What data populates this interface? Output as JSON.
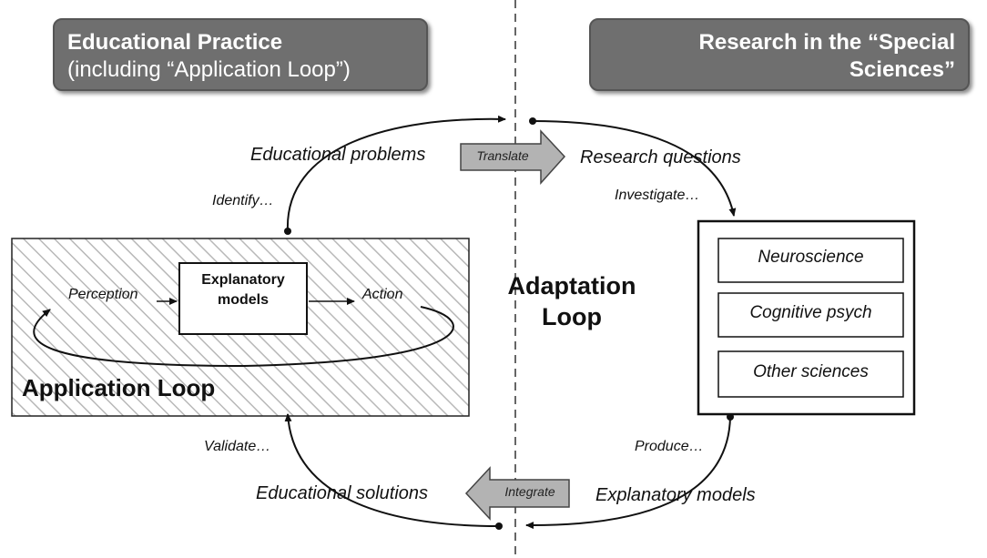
{
  "headers": {
    "left_title": "Educational Practice",
    "left_subtitle": "(including “Application Loop”)",
    "right_line1": "Research in the “Special",
    "right_line2": "Sciences”"
  },
  "labels": {
    "educational_problems": "Educational problems",
    "research_questions": "Research questions",
    "identify": "Identify…",
    "investigate": "Investigate…",
    "validate": "Validate…",
    "produce": "Produce…",
    "educational_solutions": "Educational solutions",
    "explanatory_models": "Explanatory models",
    "translate": "Translate",
    "integrate": "Integrate"
  },
  "application_loop": {
    "title": "Application Loop",
    "perception": "Perception",
    "action": "Action",
    "models_line1": "Explanatory",
    "models_line2": "models"
  },
  "adaptation_loop": {
    "line1": "Adaptation",
    "line2": "Loop"
  },
  "sciences": [
    "Neuroscience",
    "Cognitive psych",
    "Other sciences"
  ],
  "colors": {
    "header_bg": "#6f6f6f",
    "arrow_fill": "#b3b3b3",
    "hatch": "#b8b8b8"
  }
}
